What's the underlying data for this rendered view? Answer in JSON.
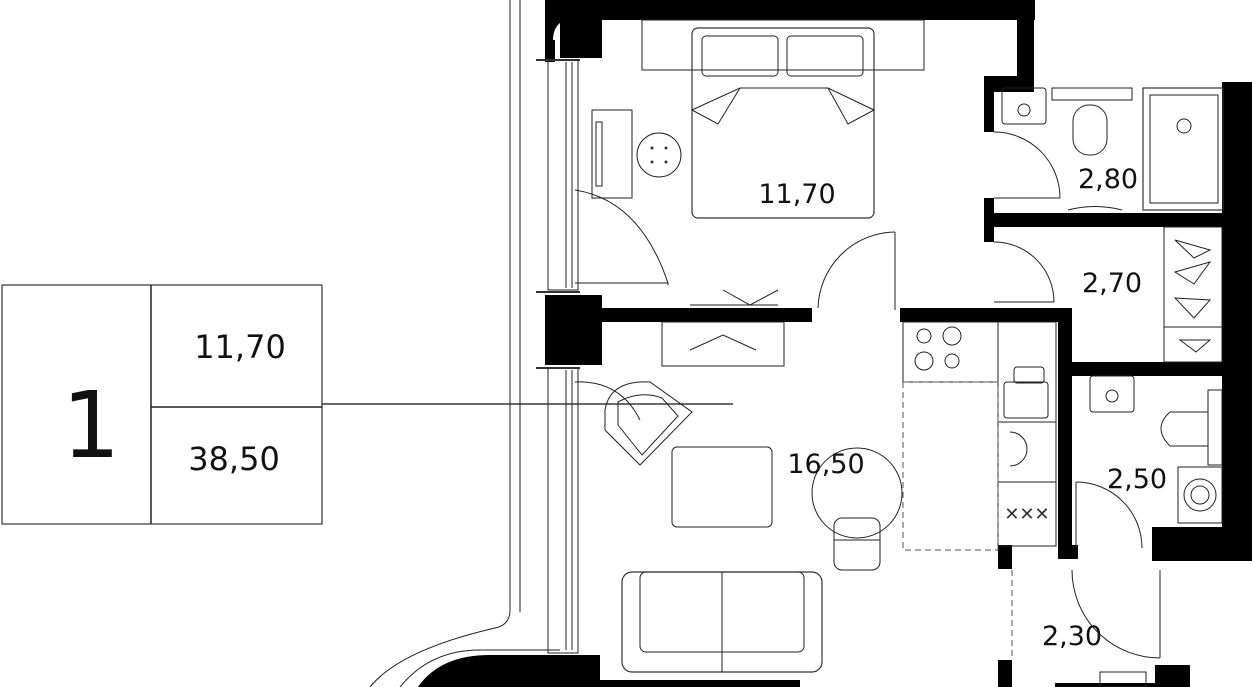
{
  "legend": {
    "rooms": "1",
    "living_area": "11,70",
    "total_area": "38,50"
  },
  "rooms": {
    "bedroom": "11,70",
    "living_kitchen": "16,50",
    "bathroom_main": "2,80",
    "wardrobe": "2,70",
    "bathroom_guest": "2,50",
    "hall": "2,30"
  }
}
